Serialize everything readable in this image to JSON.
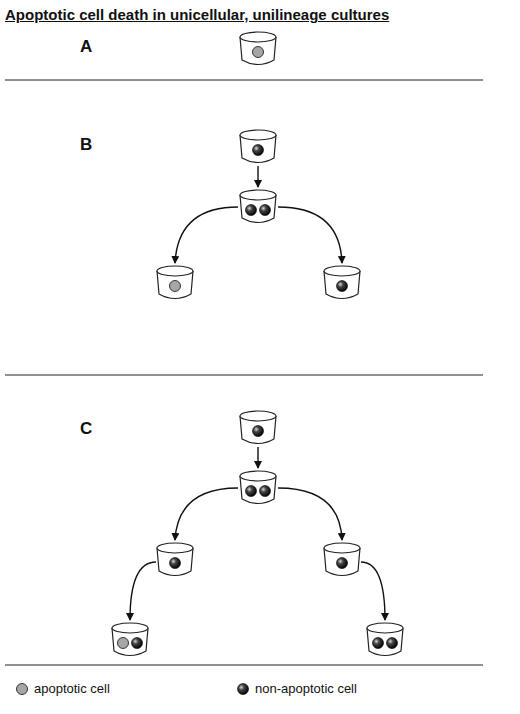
{
  "diagram": {
    "title": "Apoptotic cell death in unicellular, unilineage cultures",
    "labels": [
      "A",
      "B",
      "C"
    ],
    "legend": [
      {
        "text": "apoptotic cell"
      },
      {
        "text": "non-apoptotic cell"
      }
    ]
  }
}
